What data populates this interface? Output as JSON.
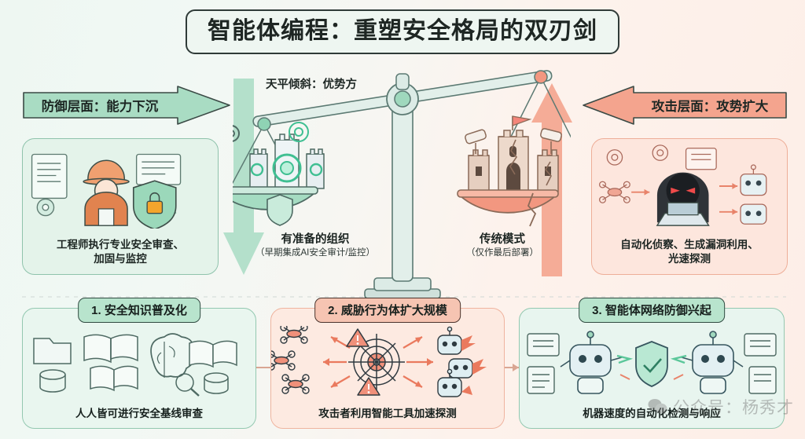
{
  "title": "智能体编程：重塑安全格局的双刃剑",
  "banners": {
    "left": {
      "label": "防御层面：能力下沉",
      "color": "#a9dcc3",
      "icon": "arrow-right-icon"
    },
    "right": {
      "label": "攻击层面：攻势扩大",
      "color": "#f4a48e",
      "icon": "arrow-left-icon"
    }
  },
  "side_cards": {
    "defense": {
      "caption_line1": "工程师执行专业安全审查、",
      "caption_line2": "加固与监控",
      "icons": [
        "engineer-icon",
        "shield-lock-icon",
        "gear-icon",
        "document-icon"
      ],
      "color": "#e4f3ea"
    },
    "attack": {
      "caption_line1": "自动化侦察、生成漏洞利用、",
      "caption_line2": "光速探测",
      "icons": [
        "hacker-icon",
        "laptop-icon",
        "drone-icon",
        "robot-icon",
        "target-icon"
      ],
      "color": "#fde6dd"
    }
  },
  "scale": {
    "note": "天平倾斜：优势方",
    "left_pan": {
      "label": "有准备的组织",
      "sublabel": "（早期集成AI安全审计/监控）",
      "icons": [
        "fortified-castle-icon",
        "gear-icon",
        "brain-gear-icon",
        "shield-icon"
      ],
      "color": "#8fd3b4"
    },
    "right_pan": {
      "label": "传统模式",
      "sublabel": "（仅作最后部署）",
      "icons": [
        "cracked-castle-icon",
        "cctv-camera-icon",
        "flag-icon"
      ],
      "color": "#f29780"
    },
    "trend_down_icon": "down-arrow-icon",
    "trend_up_icon": "up-arrow-icon"
  },
  "bottom_cards": [
    {
      "number": "1.",
      "heading": "1. 安全知识普及化",
      "caption": "人人皆可进行安全基线审查",
      "tone": "green",
      "icons": [
        "book-icon",
        "brain-icon",
        "database-icon",
        "magnifier-icon",
        "folder-icon"
      ]
    },
    {
      "number": "2.",
      "heading": "2. 威胁行为体扩大规模",
      "caption": "攻击者利用智能工具加速探测",
      "tone": "red",
      "icons": [
        "drone-icon",
        "target-icon",
        "warning-icon",
        "robot-icon"
      ]
    },
    {
      "number": "3.",
      "heading": "3. 智能体网络防御兴起",
      "caption": "机器速度的自动化检测与响应",
      "tone": "green",
      "icons": [
        "robot-icon",
        "shield-icon",
        "monitor-icon",
        "document-icon"
      ]
    }
  ],
  "watermark": {
    "text": "公众号：杨秀才",
    "icon": "wechat-icon"
  }
}
